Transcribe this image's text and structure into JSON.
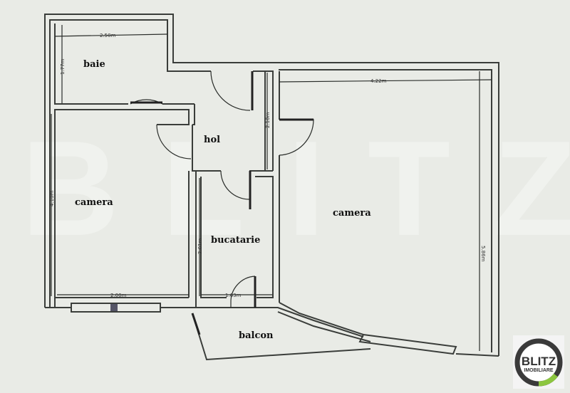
{
  "rooms": {
    "baie": "baie",
    "hol": "hol",
    "camera_left": "camera",
    "bucatarie": "bucatarie",
    "camera_right": "camera",
    "balcon": "balcon"
  },
  "dimensions": {
    "baie_width": "2.50m",
    "baie_height": "1.77m",
    "hol_height": "2.10m",
    "camera_right_width": "4.22m",
    "camera_left_height": "4.10m",
    "bucatarie_height": "2.61m",
    "camera_left_width": "2.00m",
    "bucatarie_width": "1.63m",
    "camera_right_height": "5.86m"
  },
  "watermark": "BLITZ",
  "logo": {
    "line1": "BLITZ",
    "line2": "IMOBILIARE",
    "accent": "#8cc63f"
  }
}
